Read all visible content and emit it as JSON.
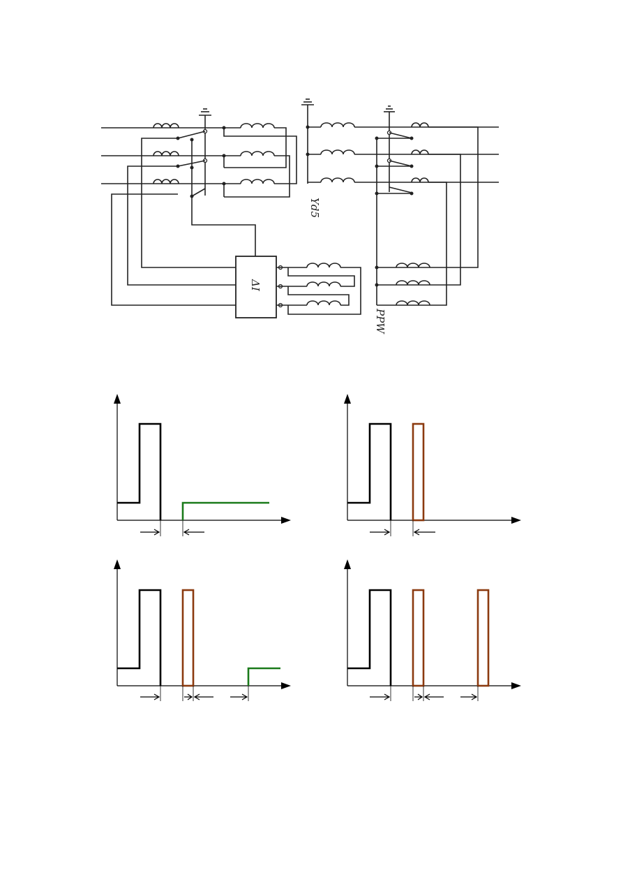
{
  "schematic": {
    "block_label": "ΔI",
    "transformer_label": "Yd5",
    "coupler_label": "PPW"
  },
  "timing_diagrams": {
    "colors": {
      "signal": "#000000",
      "pulse": "#8b3a0f",
      "step": "#1a7a1a"
    },
    "panels": [
      {
        "id": "top-left",
        "extra_pulses": 0,
        "step_output": true
      },
      {
        "id": "top-right",
        "extra_pulses": 1,
        "step_output": false
      },
      {
        "id": "bottom-left",
        "extra_pulses": 1,
        "step_output": true
      },
      {
        "id": "bottom-right",
        "extra_pulses": 2,
        "step_output": false
      }
    ]
  }
}
